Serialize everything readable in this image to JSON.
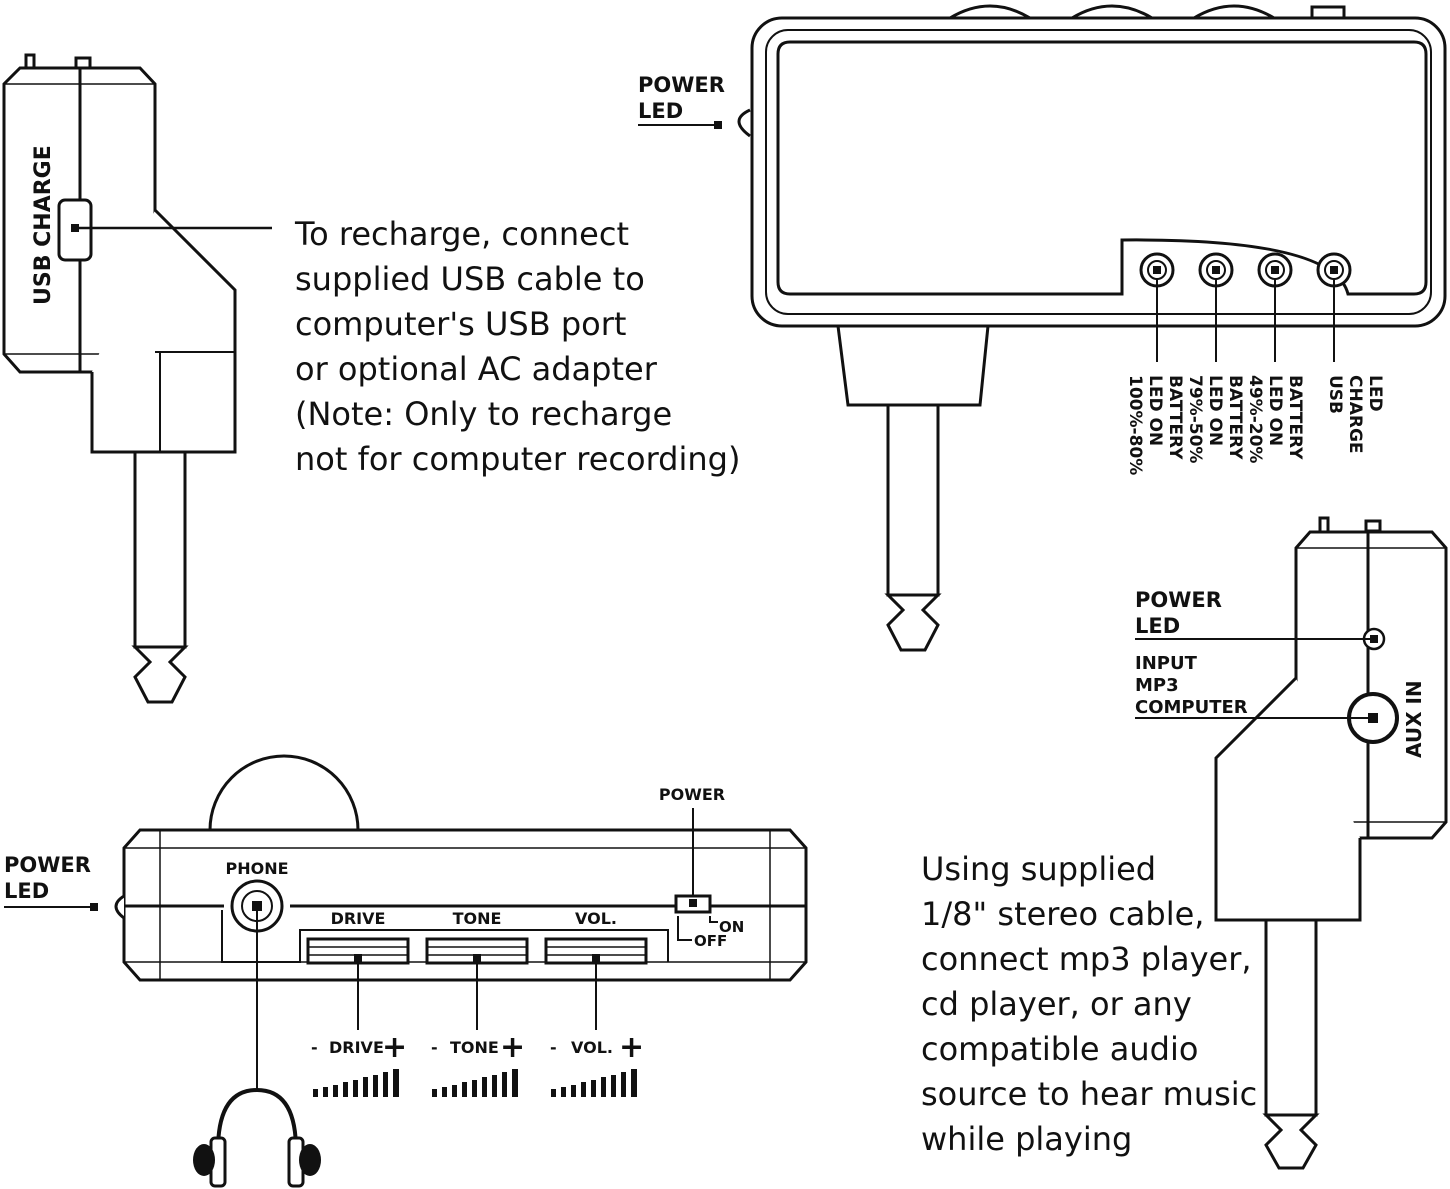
{
  "usb_charge_view": {
    "side_label": "USB CHARGE",
    "note_lines": [
      "To recharge, connect",
      "supplied USB cable to",
      "computer's USB port",
      "or optional AC adapter",
      "(Note: Only to recharge",
      "not for computer recording)"
    ]
  },
  "top_view": {
    "power_led": [
      "POWER",
      "LED"
    ],
    "led_labels": [
      [
        "100%-80%",
        "LED ON",
        "BATTERY"
      ],
      [
        "79%-50%",
        "LED ON",
        "BATTERY"
      ],
      [
        "49%-20%",
        "LED ON",
        "BATTERY"
      ],
      [
        "USB",
        "CHARGE",
        "LED"
      ]
    ]
  },
  "aux_view": {
    "power_led": [
      "POWER",
      "LED"
    ],
    "input_lines": [
      "INPUT",
      "MP3",
      "COMPUTER"
    ],
    "aux_label": "AUX IN",
    "note_lines": [
      "Using supplied",
      "1/8\" stereo cable,",
      "connect mp3 player,",
      "cd player, or any",
      "compatible audio",
      "source to hear music",
      "while playing"
    ]
  },
  "front_view": {
    "power_led": [
      "POWER",
      "LED"
    ],
    "phone_label": "PHONE",
    "power_label": "POWER",
    "switch_on": "ON",
    "switch_off": "OFF",
    "controls": [
      {
        "top_label": "DRIVE",
        "scale_label": "DRIVE",
        "minus": "-",
        "plus": "+"
      },
      {
        "top_label": "TONE",
        "scale_label": "TONE",
        "minus": "-",
        "plus": "+"
      },
      {
        "top_label": "VOL.",
        "scale_label": "VOL.",
        "minus": "-",
        "plus": "+"
      }
    ]
  }
}
